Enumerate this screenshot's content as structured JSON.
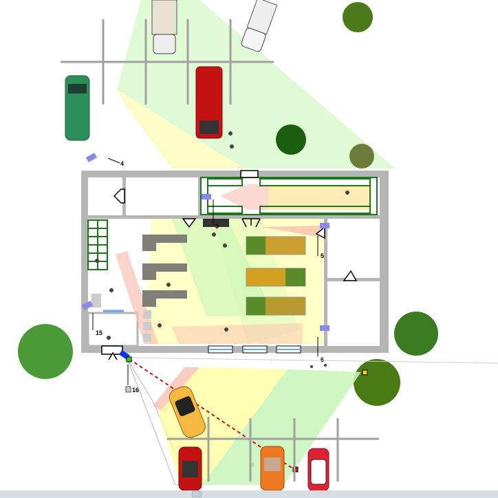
{
  "camera_labels": [
    "3",
    "4",
    "5",
    "6",
    "15",
    "16"
  ],
  "colors": {
    "wall": "#b5b5b5",
    "coverage_yellow": "#ffff99",
    "coverage_green": "#c8f5b8",
    "coverage_red": "#f9c0b0",
    "camera": "#8888ee",
    "shelf_green": "#1a7a1a",
    "tree": "#1f7a10",
    "parking_line": "#999999"
  },
  "icons": [
    "camera-icon",
    "car-icon",
    "tree-icon",
    "door-icon",
    "window-icon",
    "person-icon",
    "shelf-icon",
    "marker-icon"
  ]
}
